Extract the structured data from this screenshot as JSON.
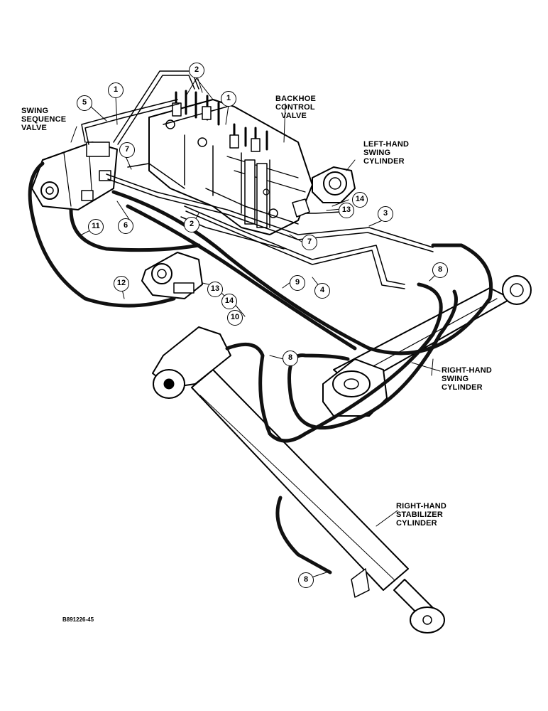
{
  "labels": {
    "swing_sequence_valve": [
      "SWING",
      "SEQUENCE",
      "VALVE"
    ],
    "backhoe_control_valve": [
      "BACKHOE",
      "CONTROL",
      "VALVE"
    ],
    "left_swing_cylinder": [
      "LEFT-HAND",
      "SWING",
      "CYLINDER"
    ],
    "right_swing_cylinder": [
      "RIGHT-HAND",
      "SWING",
      "CYLINDER"
    ],
    "right_stabilizer_cylinder": [
      "RIGHT-HAND",
      "STABILIZER",
      "CYLINDER"
    ]
  },
  "callouts": [
    "1",
    "1",
    "2",
    "2",
    "3",
    "4",
    "5",
    "6",
    "7",
    "7",
    "8",
    "8",
    "8",
    "9",
    "10",
    "11",
    "12",
    "13",
    "13",
    "14",
    "14"
  ],
  "figure_id": "B891226-45"
}
